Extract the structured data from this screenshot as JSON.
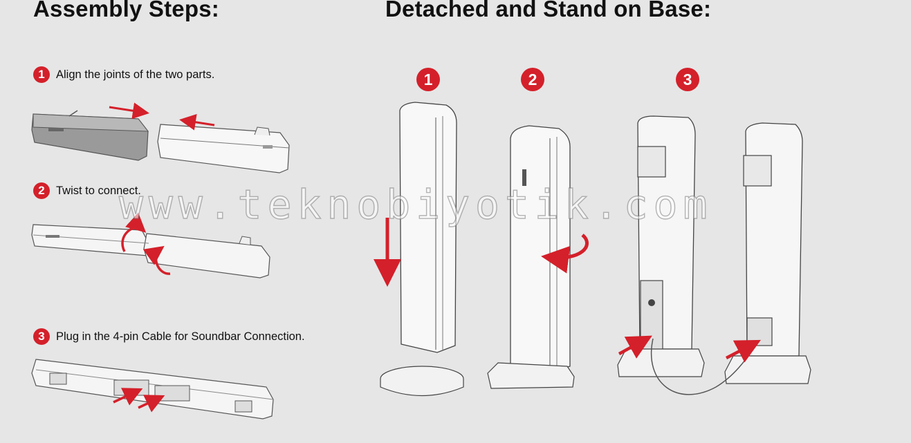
{
  "left_section": {
    "title": "Assembly Steps:",
    "steps": [
      {
        "number": "1",
        "text": "Align the joints of the two parts."
      },
      {
        "number": "2",
        "text": "Twist to connect."
      },
      {
        "number": "3",
        "text": "Plug in the 4-pin Cable for Soundbar Connection."
      }
    ]
  },
  "right_section": {
    "title": "Detached and Stand on Base:",
    "steps": [
      "1",
      "2",
      "3"
    ]
  },
  "watermark": "www.teknobiyotik.com",
  "colors": {
    "accent": "#d4202a",
    "background": "#e6e6e6"
  }
}
